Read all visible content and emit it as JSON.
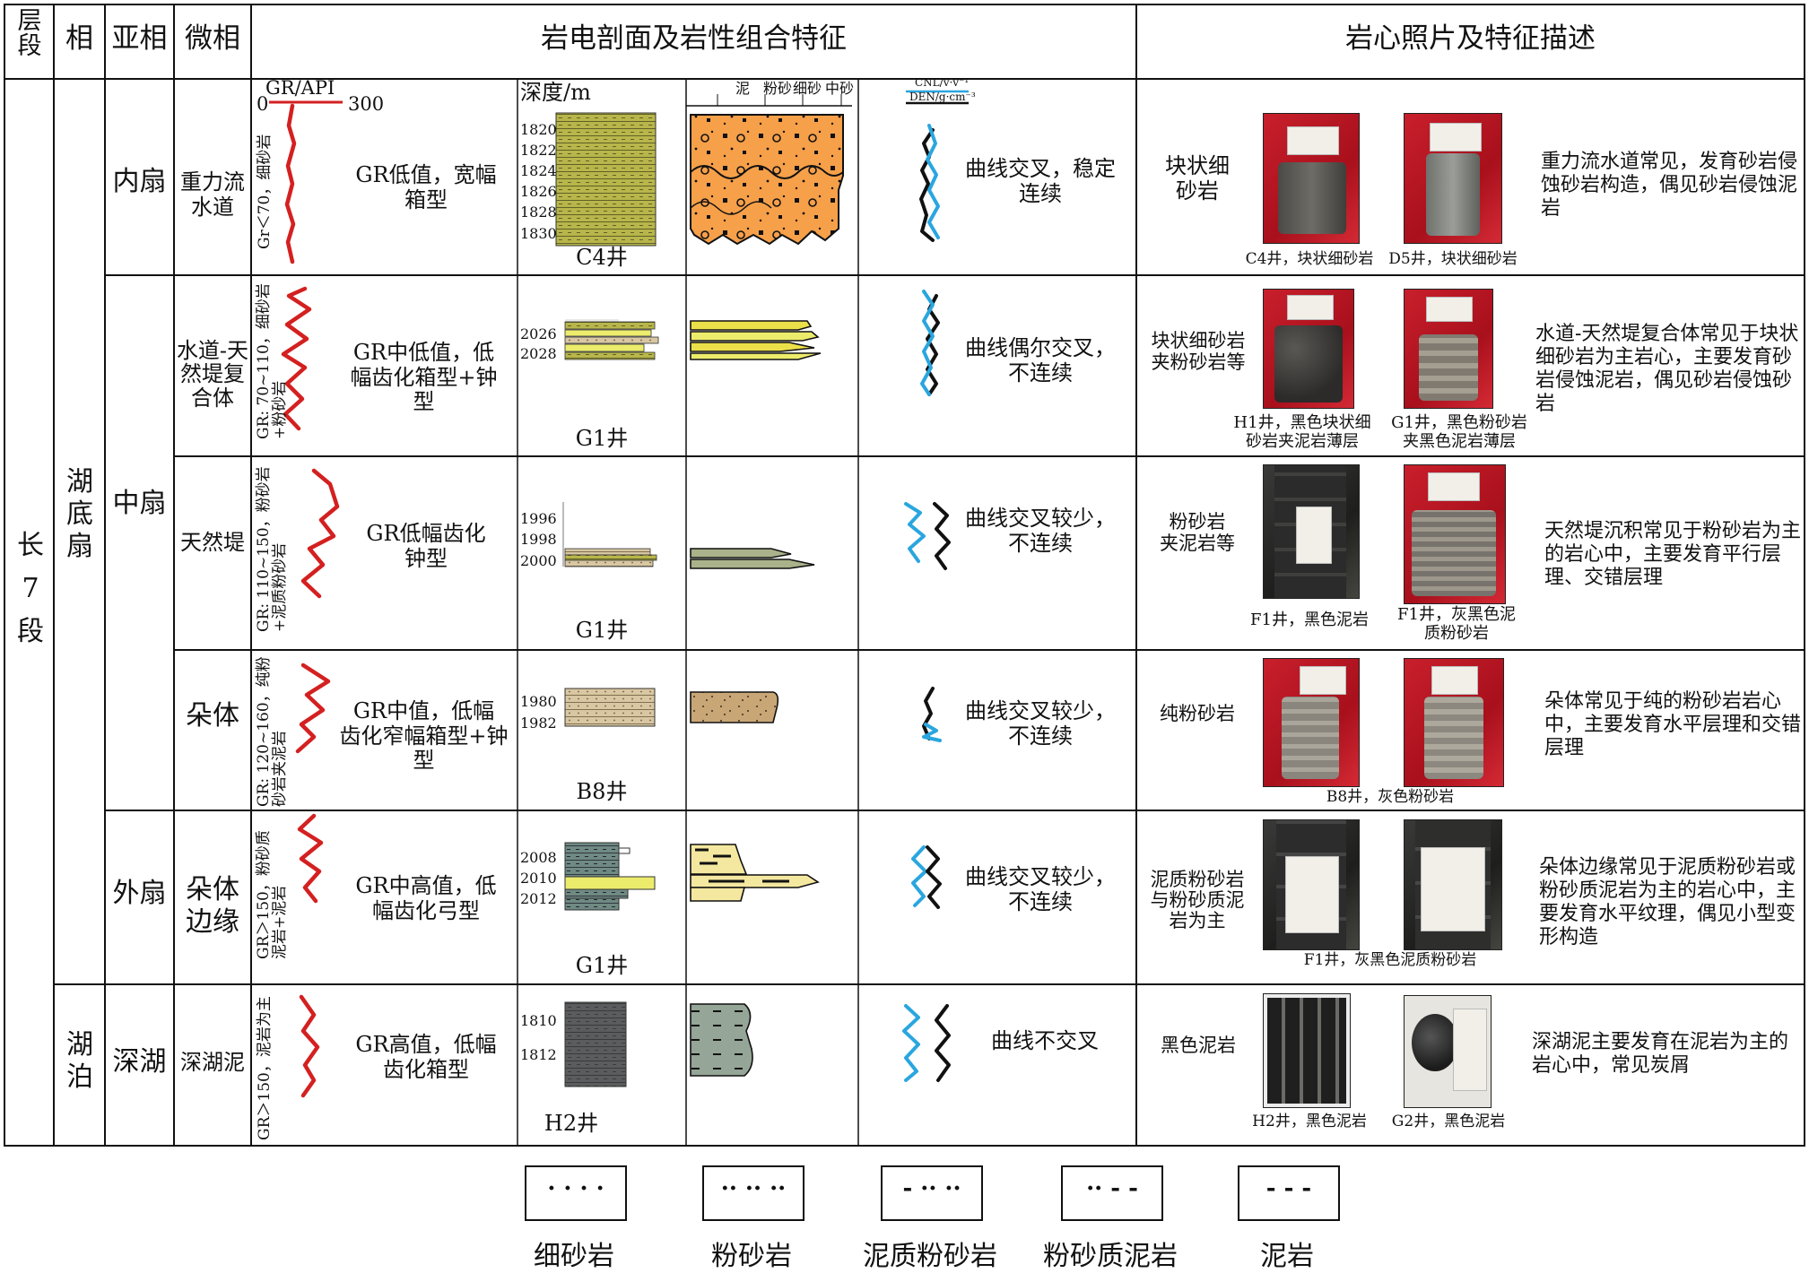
{
  "header": {
    "col_layer": "层段",
    "col_facies": "相",
    "col_subfacies": "亚相",
    "col_microfacies": "微相",
    "col_profile": "岩电剖面及岩性组合特征",
    "col_core": "岩心照片及特征描述"
  },
  "layer": "长\n7\n段",
  "facies": {
    "lake_fan": "湖底扇",
    "lake": "湖泊"
  },
  "subfacies": {
    "inner": "内扇",
    "middle": "中扇",
    "outer": "外扇",
    "deep": "深湖"
  },
  "gr_axis": {
    "label": "GR/API",
    "min": "0",
    "max": "300"
  },
  "depth_label": "深度/m",
  "grain_labels": [
    "泥",
    "粉砂",
    "细砂",
    "中砂"
  ],
  "log_labels": {
    "cnl": "CNL/v·v⁻¹",
    "den": "DEN/g·cm⁻³"
  },
  "rows": [
    {
      "micro": "重力流\n水道",
      "gr_range": "Gr＜70，细砂岩",
      "gr_desc": "GR低值，宽幅\n箱型",
      "depths": [
        "1820",
        "1822",
        "1824",
        "1826",
        "1828",
        "1830"
      ],
      "well": "C4井",
      "log_desc": "曲线交叉，稳定\n连续",
      "core_type": "块状细\n砂岩",
      "photos": [
        "C4井，块状细砂岩",
        "D5井，块状细砂岩"
      ],
      "desc": "重力流水道常见，发育砂岩侵蚀砂岩构造，偶见砂岩侵蚀泥岩"
    },
    {
      "micro": "水道-天\n然堤复\n合体",
      "gr_range": "GR: 70~110，细砂岩+粉砂岩",
      "gr_desc": "GR中低值，低\n幅齿化箱型+钟\n型",
      "depths": [
        "2026",
        "2028"
      ],
      "well": "G1井",
      "log_desc": "曲线偶尔交叉，\n不连续",
      "core_type": "块状细砂岩\n夹粉砂岩等",
      "photos": [
        "H1井，黑色块状细砂岩夹泥岩薄层",
        "G1井，黑色粉砂岩夹黑色泥岩薄层"
      ],
      "desc": "水道-天然堤复合体常见于块状细砂岩为主岩心，主要发育砂岩侵蚀泥岩，偶见砂岩侵蚀砂岩"
    },
    {
      "micro": "天然堤",
      "gr_range": "GR: 110~150，粉砂岩+泥质粉砂岩",
      "gr_desc": "GR低幅齿化\n钟型",
      "depths": [
        "1996",
        "1998",
        "2000"
      ],
      "well": "G1井",
      "log_desc": "曲线交叉较少，\n不连续",
      "core_type": "粉砂岩\n夹泥岩等",
      "photos": [
        "F1井，黑色泥岩",
        "F1井，灰黑色泥质粉砂岩"
      ],
      "desc": "天然堤沉积常见于粉砂岩为主的岩心中，主要发育平行层理、交错层理"
    },
    {
      "micro": "朵体",
      "gr_range": "GR: 120~160，纯粉砂岩夹泥岩",
      "gr_desc": "GR中值，低幅\n齿化窄幅箱型+钟\n型",
      "depths": [
        "1980",
        "1982"
      ],
      "well": "B8井",
      "log_desc": "曲线交叉较少，\n不连续",
      "core_type": "纯粉砂岩",
      "photos": [
        "B8井，灰色粉砂岩"
      ],
      "desc": "朵体常见于纯的粉砂岩岩心中，主要发育水平层理和交错层理"
    },
    {
      "micro": "朵体\n边缘",
      "gr_range": "GR＞150，粉砂质泥岩+泥岩",
      "gr_desc": "GR中高值，低\n幅齿化弓型",
      "depths": [
        "2008",
        "2010",
        "2012"
      ],
      "well": "G1井",
      "log_desc": "曲线交叉较少，\n不连续",
      "core_type": "泥质粉砂岩\n与粉砂质泥\n岩为主",
      "photos": [
        "F1井，灰黑色泥质粉砂岩"
      ],
      "desc": "朵体边缘常见于泥质粉砂岩或粉砂质泥岩为主的岩心中，主要发育水平纹理，偶见小型变形构造"
    },
    {
      "micro": "深湖泥",
      "gr_range": "GR＞150，泥岩为主",
      "gr_desc": "GR高值，低幅\n齿化箱型",
      "depths": [
        "1810",
        "1812"
      ],
      "well": "H2井",
      "log_desc": "曲线不交叉",
      "core_type": "黑色泥岩",
      "photos": [
        "H2井，黑色泥岩",
        "G2井，黑色泥岩"
      ],
      "desc": "深湖泥主要发育在泥岩为主的岩心中，常见炭屑"
    }
  ],
  "legend": [
    {
      "label": "细砂岩",
      "pattern": "· · · ·"
    },
    {
      "label": "粉砂岩",
      "pattern": "·· ·· ··"
    },
    {
      "label": "泥质粉砂岩",
      "pattern": "- ·· ··"
    },
    {
      "label": "粉砂质泥岩",
      "pattern": "·· - -"
    },
    {
      "label": "泥岩",
      "pattern": "- - -"
    }
  ],
  "colors": {
    "gr_curve": "#d42020",
    "cnl_curve": "#2aa6df",
    "den_curve": "#111111",
    "sand_orange": "#f6a04a",
    "silt_yellow": "#ecec6c",
    "olive_log": "#b7b54a",
    "mud_gray": "#9aa89a"
  }
}
